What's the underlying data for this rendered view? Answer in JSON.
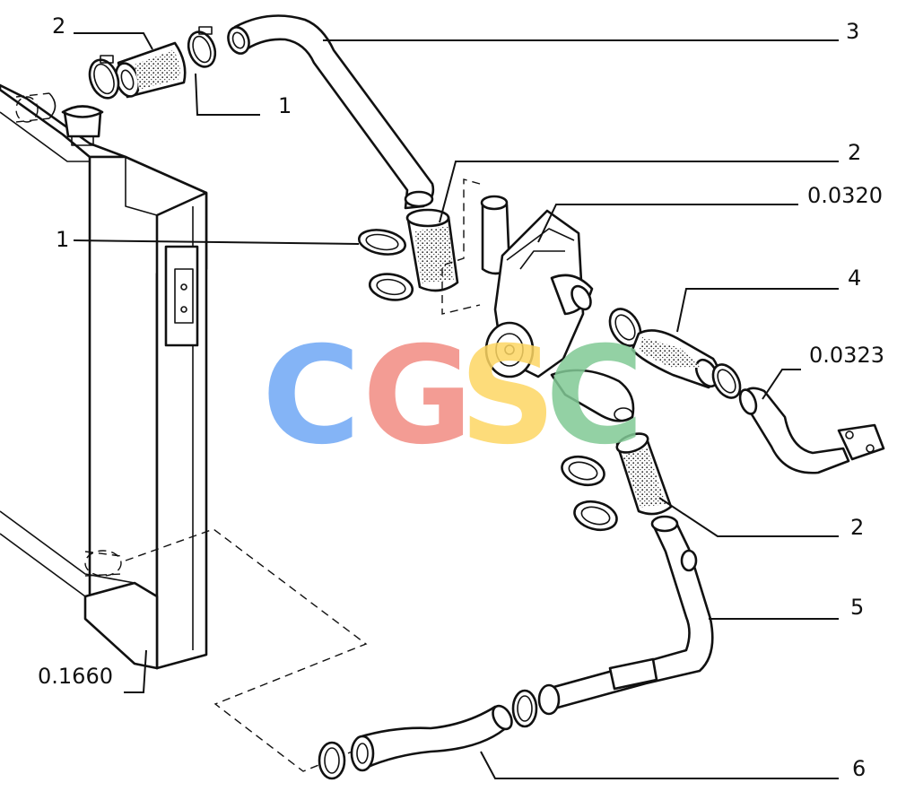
{
  "diagram": {
    "callouts": {
      "c2_top_left": "2",
      "c1_top": "1",
      "c3": "3",
      "c2_upper_right": "2",
      "c00320": "0.0320",
      "c1_mid_left": "1",
      "c4": "4",
      "c00323": "0.0323",
      "c2_lower_right": "2",
      "c5": "5",
      "c01660": "0.1660",
      "c6": "6"
    },
    "watermark": {
      "letters": [
        "C",
        "G",
        "S",
        "C"
      ],
      "colors": [
        "#6fa8f5",
        "#f28b82",
        "#fdd663",
        "#81c995"
      ]
    }
  }
}
